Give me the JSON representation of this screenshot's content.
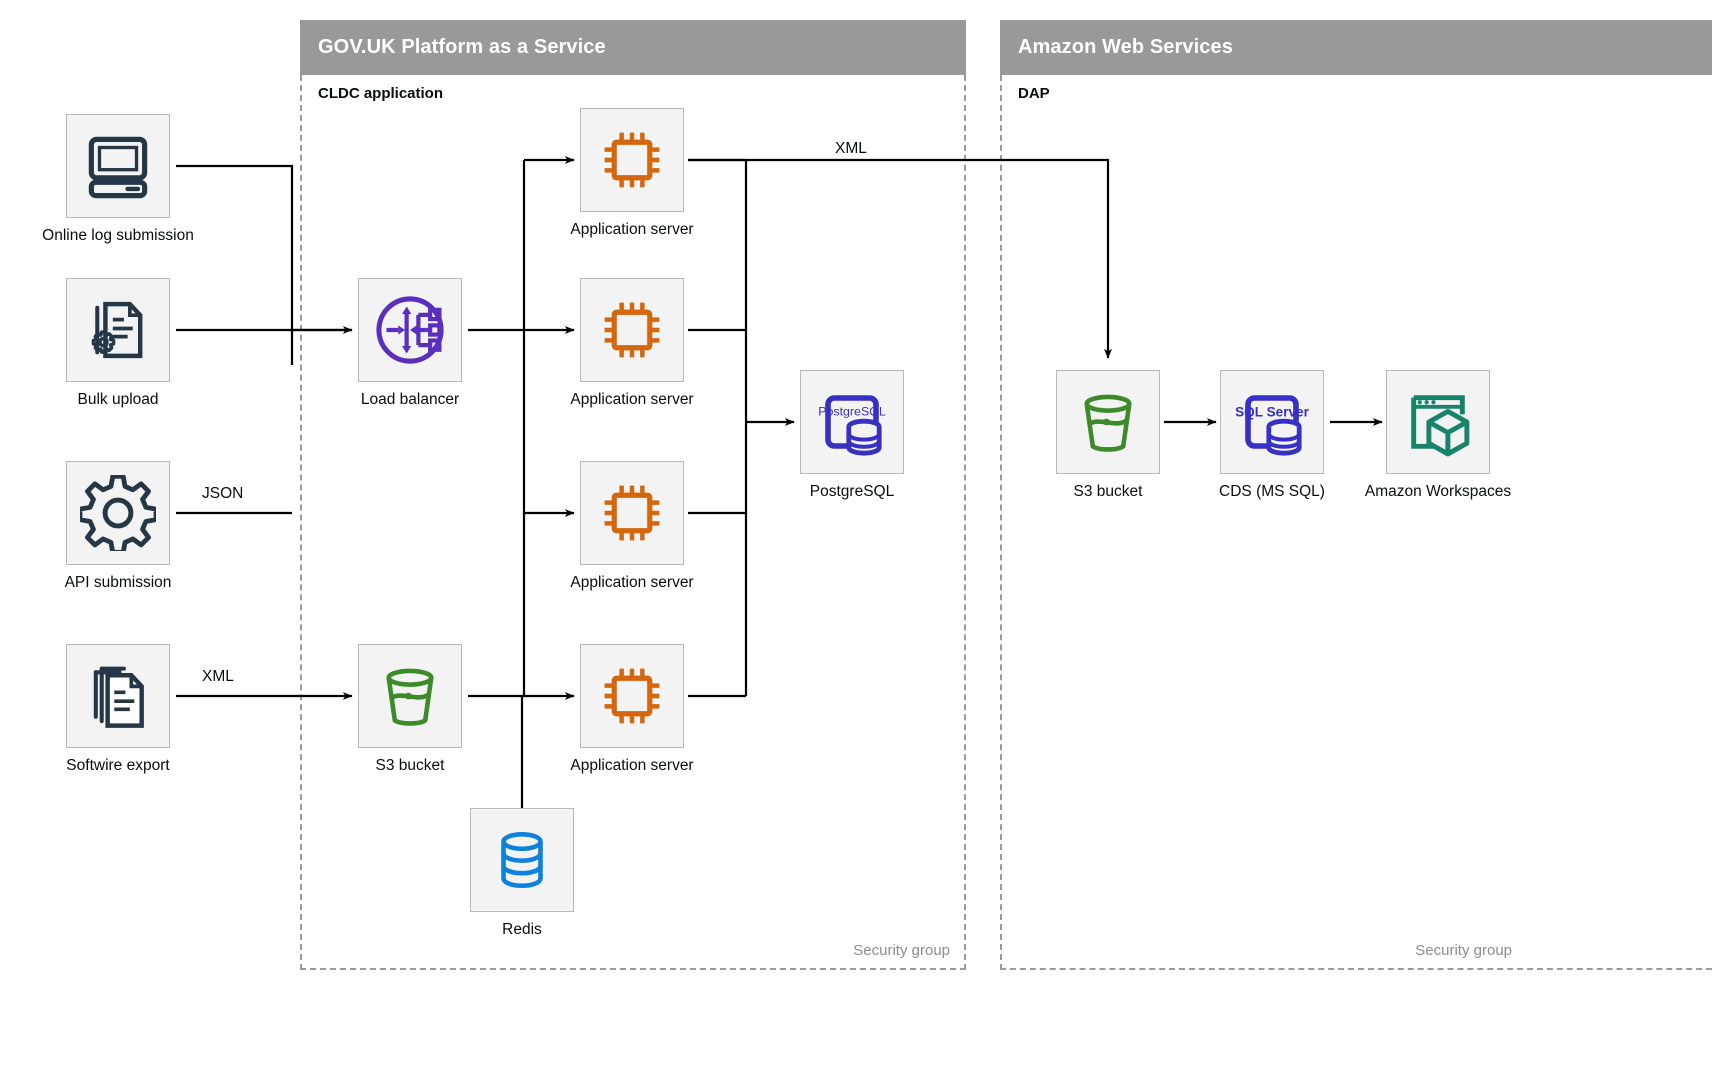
{
  "groups": [
    {
      "id": "paas",
      "title": "GOV.UK Platform as a Service",
      "sub_label": "CLDC application",
      "security_label": "Security group"
    },
    {
      "id": "aws",
      "title": "Amazon Web Services",
      "sub_label": "DAP",
      "security_label": "Security group"
    }
  ],
  "nodes": [
    {
      "id": "online-log-submission",
      "label": "Online log submission",
      "icon": "desktop-computer-icon",
      "color": "#253746"
    },
    {
      "id": "bulk-upload",
      "label": "Bulk upload",
      "icon": "document-gear-icon",
      "color": "#253746"
    },
    {
      "id": "api-submission",
      "label": "API submission",
      "icon": "gear-icon",
      "color": "#253746"
    },
    {
      "id": "softwire-export",
      "label": "Softwire export",
      "icon": "document-stack-icon",
      "color": "#253746"
    },
    {
      "id": "load-balancer",
      "label": "Load balancer",
      "icon": "load-balancer-icon",
      "color": "#5a2fbd"
    },
    {
      "id": "app-server-1",
      "label": "Application server",
      "icon": "cpu-chip-icon",
      "color": "#d4660c"
    },
    {
      "id": "app-server-2",
      "label": "Application server",
      "icon": "cpu-chip-icon",
      "color": "#d4660c"
    },
    {
      "id": "app-server-3",
      "label": "Application server",
      "icon": "cpu-chip-icon",
      "color": "#d4660c"
    },
    {
      "id": "app-server-4",
      "label": "Application server",
      "icon": "cpu-chip-icon",
      "color": "#d4660c"
    },
    {
      "id": "postgresql",
      "label": "PostgreSQL",
      "icon": "postgresql-icon",
      "color": "#3730c4",
      "icon_text": "PostgreSQL"
    },
    {
      "id": "s3-bucket-paas",
      "label": "S3 bucket",
      "icon": "s3-bucket-icon",
      "color": "#3c8a29"
    },
    {
      "id": "redis",
      "label": "Redis",
      "icon": "redis-database-icon",
      "color": "#0d82dd"
    },
    {
      "id": "s3-bucket-aws",
      "label": "S3 bucket",
      "icon": "s3-bucket-icon",
      "color": "#3c8a29"
    },
    {
      "id": "cds-ms-sql",
      "label": "CDS (MS SQL)",
      "icon": "sql-server-icon",
      "color": "#3730c4",
      "icon_text": "SQL Server"
    },
    {
      "id": "amazon-workspaces",
      "label": "Amazon Workspaces",
      "icon": "amazon-workspaces-icon",
      "color": "#17836b"
    }
  ],
  "edge_labels": {
    "api_json": "JSON",
    "softwire_xml": "XML",
    "app_to_s3_xml": "XML"
  },
  "colors": {
    "header_grey": "#999999",
    "node_fill": "#f3f3f3",
    "node_border": "#b8b8b8",
    "dashed_border": "#9a9a9a",
    "wire": "#000000",
    "dark_navy": "#253746",
    "purple": "#5a2fbd",
    "orange": "#d4660c",
    "indigo": "#3730c4",
    "green": "#3c8a29",
    "blue": "#0d82dd",
    "teal": "#17836b"
  }
}
